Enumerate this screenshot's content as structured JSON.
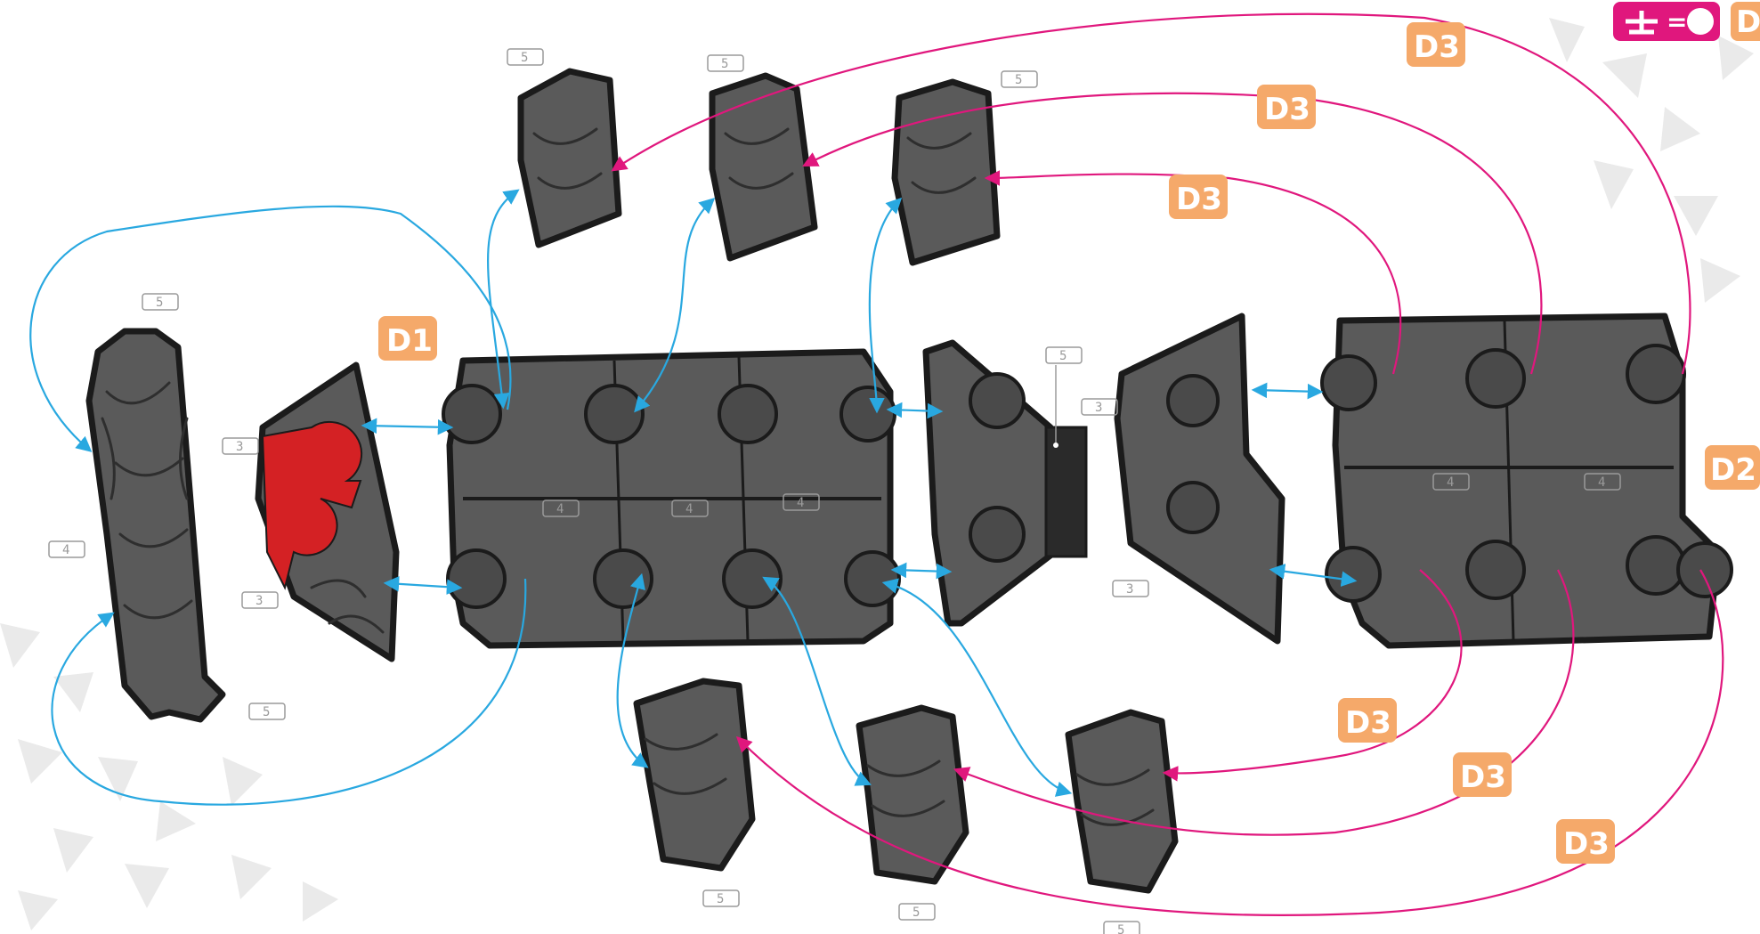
{
  "colors": {
    "connector_blue": "#29a8e0",
    "connector_pink": "#e0177d",
    "label_orange": "#f5a96a",
    "piece_red": "#d42124",
    "piece_gray": "#5a5a5a"
  },
  "legend_badge": {
    "icon": "piece-equals-unknown-icon",
    "symbol": "="
  },
  "labels": {
    "d1": "D1",
    "d2": "D2",
    "d3": "D3",
    "d_partial": "D"
  },
  "counts": {
    "five": "5",
    "four": "4",
    "three": "3"
  },
  "pointer_dot": "•"
}
